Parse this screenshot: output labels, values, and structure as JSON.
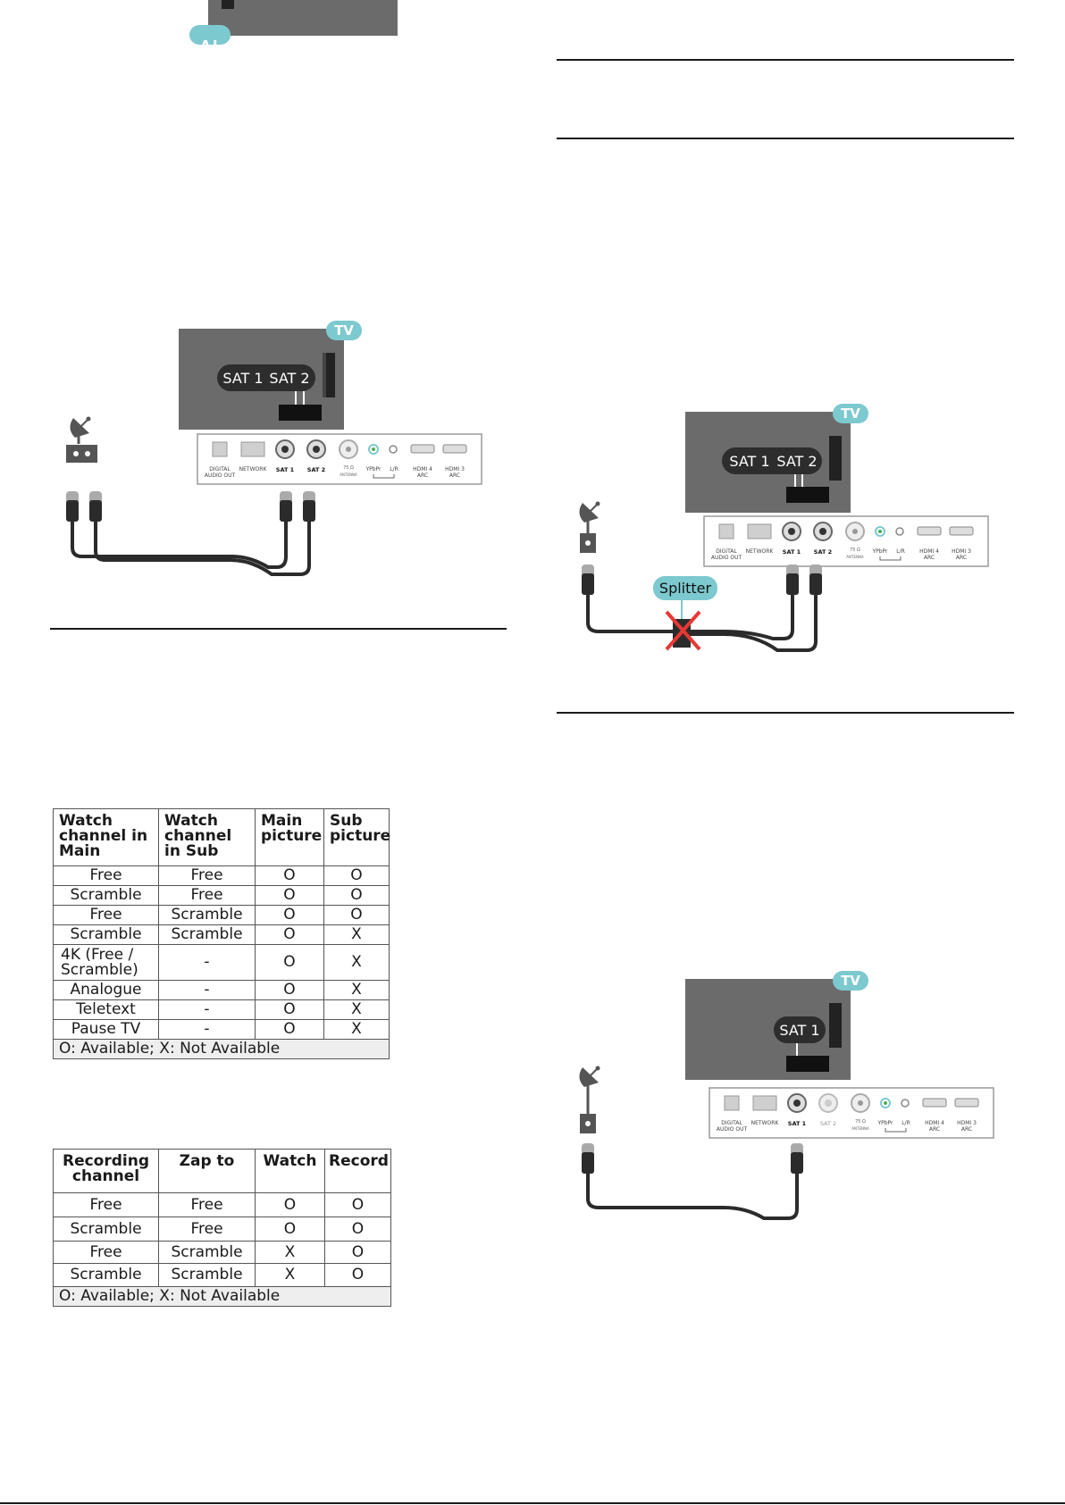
{
  "diagrams": {
    "tv_badge": "TV",
    "top_partial_badge": "TV",
    "dual": {
      "sat1": "SAT 1",
      "sat2": "SAT 2"
    },
    "splitter": {
      "sat1": "SAT 1",
      "sat2": "SAT 2",
      "splitter_label": "Splitter"
    },
    "single": {
      "sat1": "SAT 1"
    },
    "port_labels": {
      "digital_audio_1": "DIGITAL",
      "digital_audio_2": "AUDIO OUT",
      "network": "NETWORK",
      "sat1": "SAT 1",
      "sat2": "SAT 2",
      "antenna_1": "75 Ω",
      "antenna_2": "ANTENNA",
      "ypbpr": "YPbPr",
      "lr": "L/R",
      "hdmi4_1": "HDMI 4",
      "hdmi4_2": "ARC",
      "hdmi3_1": "HDMI 3",
      "hdmi3_2": "ARC"
    }
  },
  "table_pip": {
    "headers": [
      "Watch channel in Main",
      "Watch channel in Sub",
      "Main picture",
      "Sub picture"
    ],
    "rows": [
      [
        "Free",
        "Free",
        "O",
        "O"
      ],
      [
        "Scramble",
        "Free",
        "O",
        "O"
      ],
      [
        "Free",
        "Scramble",
        "O",
        "O"
      ],
      [
        "Scramble",
        "Scramble",
        "O",
        "X"
      ],
      [
        "4K (Free / Scramble)",
        "-",
        "O",
        "X"
      ],
      [
        "Analogue",
        "-",
        "O",
        "X"
      ],
      [
        "Teletext",
        "-",
        "O",
        "X"
      ],
      [
        "Pause TV",
        "-",
        "O",
        "X"
      ]
    ],
    "note": "O: Available; X: Not Available"
  },
  "table_rec": {
    "headers": [
      "Recording channel",
      "Zap to",
      "Watch",
      "Record"
    ],
    "rows": [
      [
        "Free",
        "Free",
        "O",
        "O"
      ],
      [
        "Scramble",
        "Free",
        "O",
        "O"
      ],
      [
        "Free",
        "Scramble",
        "X",
        "O"
      ],
      [
        "Scramble",
        "Scramble",
        "X",
        "O"
      ]
    ],
    "note": "O: Available; X: Not Available"
  },
  "colors": {
    "tv_gray": "#6b6b6b",
    "badge_teal": "#7cc9cf",
    "cable": "#2b2b2b",
    "red_x": "#e53935"
  }
}
